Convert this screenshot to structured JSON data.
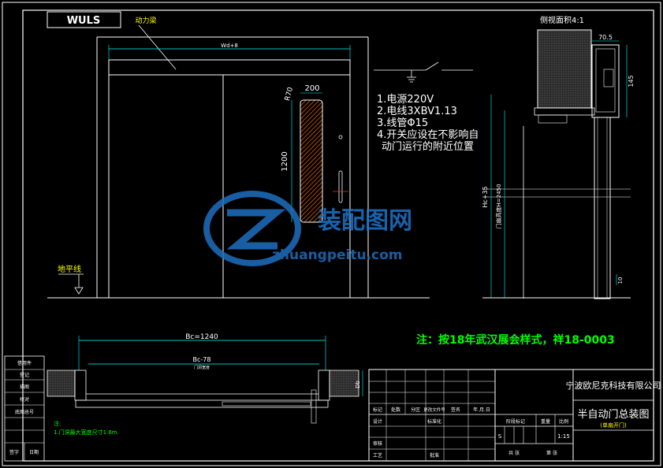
{
  "colors": {
    "background": "#000000",
    "line": "#ffffff",
    "dimension": "#00ffff",
    "note": "#00ff00",
    "accent": "#ffff00",
    "hatch": "#ff6a00",
    "watermark": "#1e6fbf"
  },
  "elevation": {
    "brand": "WULS",
    "track_label": "动力梁",
    "width_dim": "Wd+8",
    "glass_width": "200",
    "glass_height": "1200",
    "glass_radius": "R70",
    "ground_label": "地平线"
  },
  "wiring_notes": [
    "1.电源220V",
    "2.电线3XBV1.13",
    "3.线管Φ15",
    "4.开关应设在不影响自",
    "动门运行的附近位置"
  ],
  "section": {
    "title": "侧视面积4:1",
    "dim_top": "70.5",
    "dim_side": "145",
    "total_height": "Hc+35",
    "door_height": "门扇高度H=2450",
    "dim_bottom": "10"
  },
  "banner_note": "注：按18年武汉展会样式，祥18-0003",
  "plan": {
    "total_width": "Bc=1240",
    "inner_width": "Bc-78",
    "inner_sub": "门洞宽度",
    "side_dim": "Db"
  },
  "plan_notes": {
    "title": "注:",
    "line1": "1.门洞最大宽度尺寸1.6m."
  },
  "left_strip": [
    "借用件",
    "登记",
    "描图",
    "校对",
    "底图总号",
    "签字",
    "日期"
  ],
  "title_block": {
    "company": "宁波欧尼克科技有限公司",
    "drawing_name": "半自动门总装图",
    "drawing_sub": "(单扇开门)",
    "row_headers": [
      "标记",
      "处数",
      "分区",
      "更改文件号",
      "签名",
      "年.月.日"
    ],
    "designer_label": "设计",
    "standard_label": "标准化",
    "review_label": "审核",
    "process_label": "工艺",
    "approve_label": "批准",
    "stage_label": "阶段标记",
    "weight_label": "重量",
    "scale_label": "比例",
    "stage_value": "S",
    "scale_value": "1:15",
    "sheet_total": "共  张",
    "sheet_no": "第  张"
  },
  "watermark": {
    "name": "装配图网",
    "url": "zhuangpeitu.com"
  }
}
